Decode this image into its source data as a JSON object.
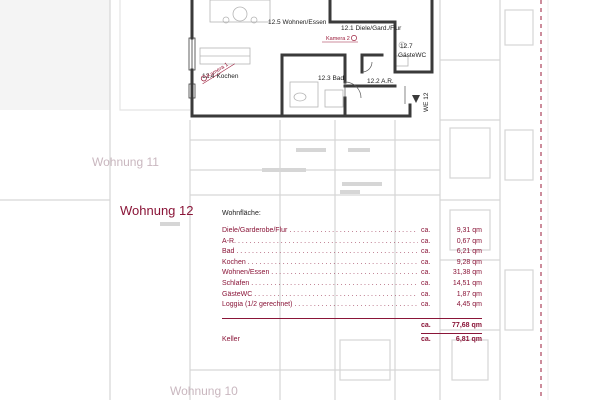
{
  "floorplan": {
    "rooms": {
      "wohnen": "12.5 Wohnen/Essen",
      "diele": "12.1 Diele/Gard./Flur",
      "gaestewc_num": "12.7",
      "gaestewc_name": "GästeWC",
      "kochen": "12.4 Kochen",
      "bad": "12.3 Bad",
      "ar": "12.2 A.R.",
      "we": "WE 12"
    },
    "cameras": {
      "kamera_2": "Kamera 2",
      "kamera_1": "Kamera 1"
    },
    "ghost_apartments": {
      "wohnung_11": "Wohnung 11",
      "wohnung_10": "Wohnung 10"
    }
  },
  "apartment": {
    "title": "Wohnung 12",
    "area_label": "Wohnfläche:",
    "ca": "ca.",
    "rooms": [
      {
        "name": "Diele/Garderobe/Flur",
        "value": "9,31 qm"
      },
      {
        "name": "A-R.",
        "value": "0,67 qm"
      },
      {
        "name": "Bad",
        "value": "6,21 qm"
      },
      {
        "name": "Kochen",
        "value": "9,28 qm"
      },
      {
        "name": "Wohnen/Essen",
        "value": "31,38 qm"
      },
      {
        "name": "Schlafen",
        "value": "14,51 qm"
      },
      {
        "name": "GästeWC",
        "value": "1,87 qm"
      },
      {
        "name": "Loggia (1/2 gerechnet)",
        "value": "4,45 qm"
      }
    ],
    "total": {
      "ca": "ca.",
      "value": "77,68 qm"
    },
    "keller": {
      "name": "Keller",
      "ca": "ca.",
      "value": "6,81 qm"
    }
  },
  "colors": {
    "accent": "#8a1538",
    "wall": "#3a3a3a",
    "ghost": "#d0d0d0"
  }
}
